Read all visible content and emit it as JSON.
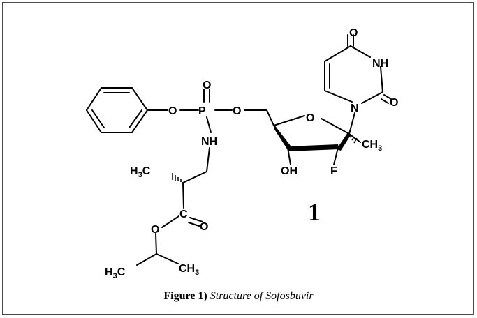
{
  "atoms": {
    "o_keto": "O",
    "nh_ring": "NH",
    "o_ring2": "O",
    "n_ring": "N",
    "o_sugar": "O",
    "ch3_sugar": "CH",
    "ch3_sugar_sub": "3",
    "oh": "OH",
    "f": "F",
    "o_po_double": "O",
    "p": "P",
    "o_phenyl": "O",
    "o_ester_link": "O",
    "nh_amide": "NH",
    "h3c_methyl": "H",
    "h3c_methyl_sub": "3",
    "h3c_methyl_c": "C",
    "c_carbonyl": "C",
    "o_carbonyl": "O",
    "o_ester": "O",
    "h3c_ipr": "H",
    "h3c_ipr_sub": "3",
    "h3c_ipr_c": "C",
    "ch3_ipr": "CH",
    "ch3_ipr_sub": "3"
  },
  "compound_number": "1",
  "caption": {
    "label": "Figure 1)",
    "text": "Structure of Sofosbuvir"
  }
}
